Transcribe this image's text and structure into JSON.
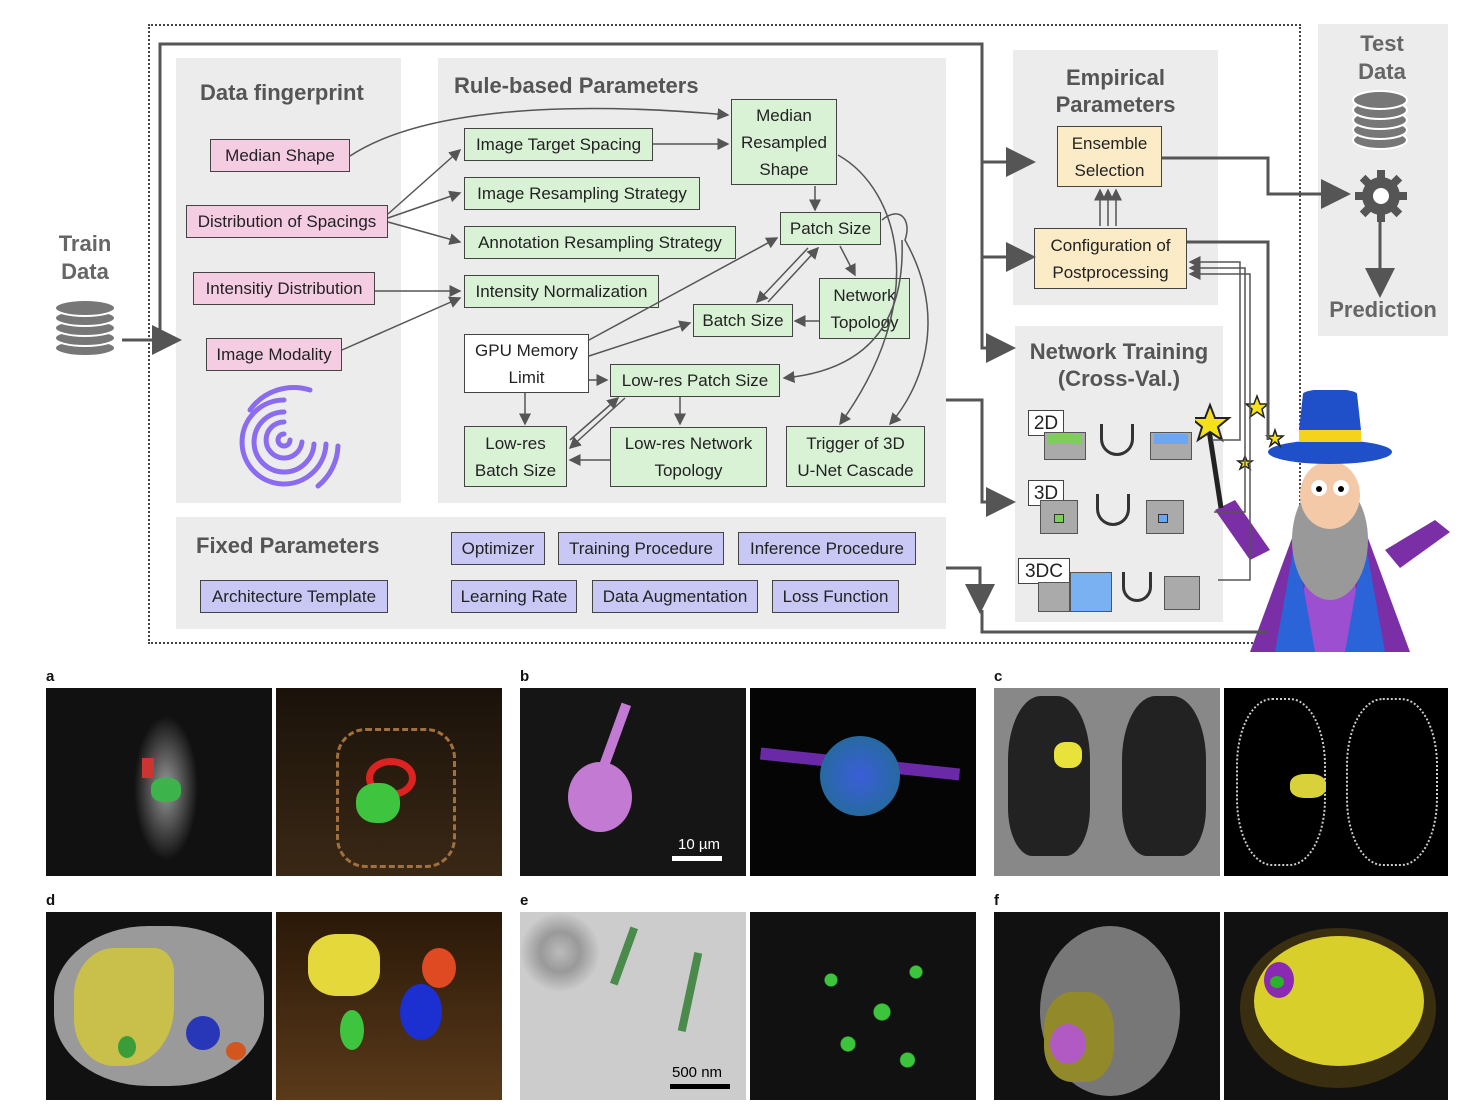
{
  "left_label": "Train\nData",
  "right_top_label": "Test\nData",
  "prediction_label": "Prediction",
  "data_fingerprint": {
    "title": "Data fingerprint",
    "items": [
      "Median Shape",
      "Distribution of Spacings",
      "Intensitiy Distribution",
      "Image Modality"
    ]
  },
  "rule_based": {
    "title": "Rule-based Parameters",
    "median_resampled": "Median\nResampled\nShape",
    "image_target_spacing": "Image Target Spacing",
    "image_resampling": "Image Resampling Strategy",
    "annotation_resampling": "Annotation Resampling Strategy",
    "intensity_normalization": "Intensity Normalization",
    "patch_size": "Patch Size",
    "network_topology": "Network\nTopology",
    "batch_size": "Batch Size",
    "gpu_memory": "GPU Memory\nLimit",
    "lowres_patch": "Low-res Patch Size",
    "lowres_batch": "Low-res\nBatch Size",
    "lowres_topology": "Low-res Network\nTopology",
    "trigger_cascade": "Trigger of 3D\nU-Net Cascade"
  },
  "fixed": {
    "title": "Fixed Parameters",
    "items": [
      "Optimizer",
      "Training Procedure",
      "Inference Procedure",
      "Architecture Template",
      "Learning Rate",
      "Data Augmentation",
      "Loss Function"
    ]
  },
  "empirical": {
    "title": "Empirical\nParameters",
    "ensemble": "Ensemble\nSelection",
    "postprocessing": "Configuration of\nPostprocessing"
  },
  "network_training": {
    "title": "Network Training\n(Cross-Val.)",
    "configs": [
      "2D",
      "3D",
      "3DC"
    ]
  },
  "panels": [
    {
      "label": "a"
    },
    {
      "label": "b",
      "scale": "10 µm"
    },
    {
      "label": "c"
    },
    {
      "label": "d"
    },
    {
      "label": "e",
      "scale": "500 nm"
    },
    {
      "label": "f"
    }
  ]
}
